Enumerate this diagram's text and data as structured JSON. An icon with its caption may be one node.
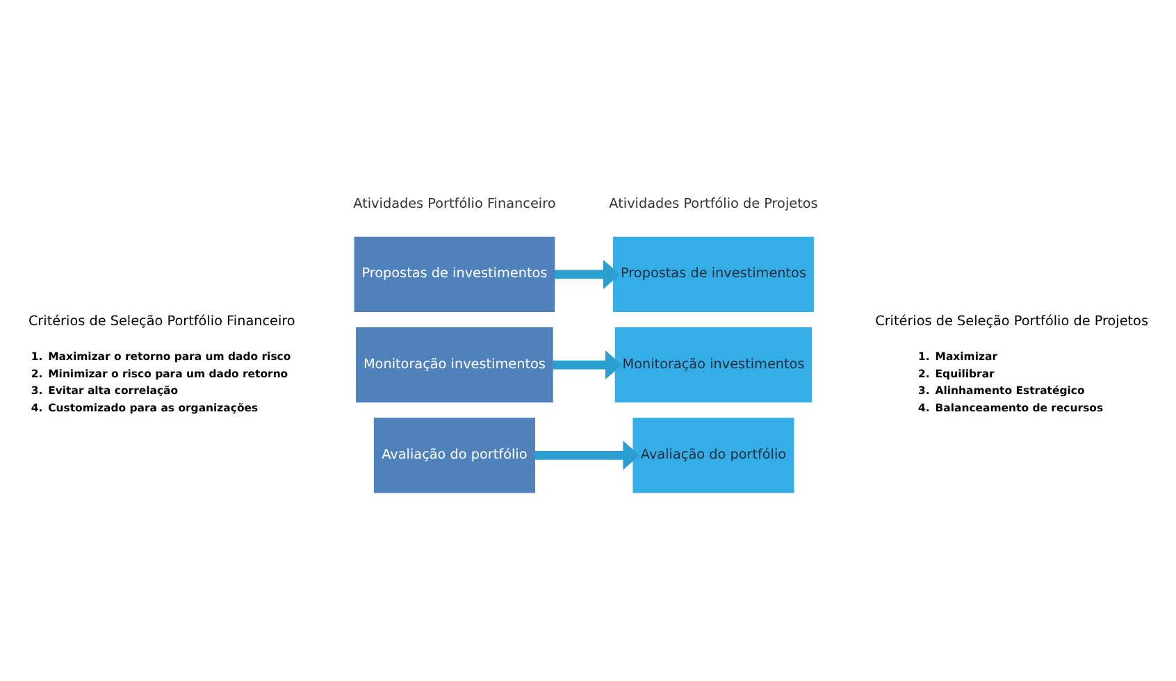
{
  "diagram": {
    "nodes": [
      {
        "text": [
          "Propostas de investimentos"
        ]
      },
      {
        "text": [
          "Propostas de investimentos"
        ]
      },
      {
        "text": [
          "Monitoração investimentos"
        ]
      },
      {
        "text": [
          "Monitoração investimentos"
        ]
      },
      {
        "text": [
          "Avaliação do portfólio"
        ]
      },
      {
        "text": [
          "Avaliação do portfólio"
        ]
      }
    ],
    "edges": [
      {
        "from": 0,
        "to": 1,
        "arrow": "to"
      },
      {
        "from": 2,
        "to": 3,
        "arrow": "to"
      },
      {
        "from": 4,
        "to": 5,
        "arrow": "to"
      }
    ],
    "labels": [
      "Atividades Portfólio Financeiro",
      "Atividades Portfólio de Projetos",
      "Critérios de Seleção Portfólio Financeiro",
      "1.",
      "Maximizar o retorno para um dado risco",
      "2.",
      "Minimizar o risco para um dado retorno",
      "3.",
      "Evitar alta correlação",
      "4.",
      "Customizado para as organizações",
      "Critérios de Seleção Portfólio de Projetos",
      "1.",
      "Maximizar",
      "2.",
      "Equilibrar",
      "3.",
      "Alinhamento Estratégico",
      "4.",
      "Balanceamento de recursos"
    ]
  }
}
